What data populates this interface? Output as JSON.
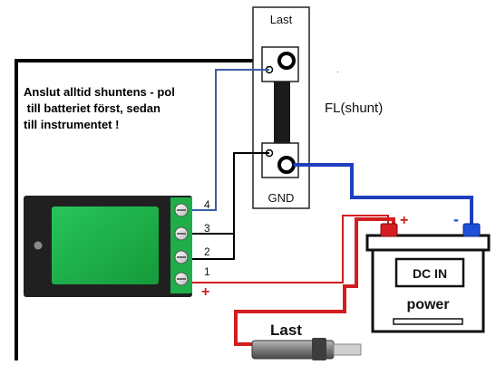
{
  "shunt": {
    "top_label": "Last",
    "bottom_label": "GND",
    "name_label": "FL(shunt)"
  },
  "instruction": {
    "line1": "Anslut alltid shuntens - pol",
    "line2": " till batteriet först, sedan",
    "line3": "till instrumentet !"
  },
  "terminals": {
    "t4": "4",
    "t3": "3",
    "t2": "2",
    "t1": "1",
    "plus": "+"
  },
  "battery": {
    "plus_sign": "+",
    "minus_sign": "-",
    "label_dc_in": "DC IN",
    "label_power": "power"
  },
  "load": {
    "label": "Last"
  },
  "misc": {
    "dot": "."
  },
  "colors": {
    "wire_black": "#000000",
    "wire_blue": "#1f3fbf",
    "wire_blue_thin": "#3a5fa8",
    "wire_red": "#d21e1e",
    "meter_green": "#1fb14a",
    "terminal_green": "#1fae4a",
    "battery_red_post": "#d81c24",
    "battery_blue_post": "#1d4fd8"
  }
}
